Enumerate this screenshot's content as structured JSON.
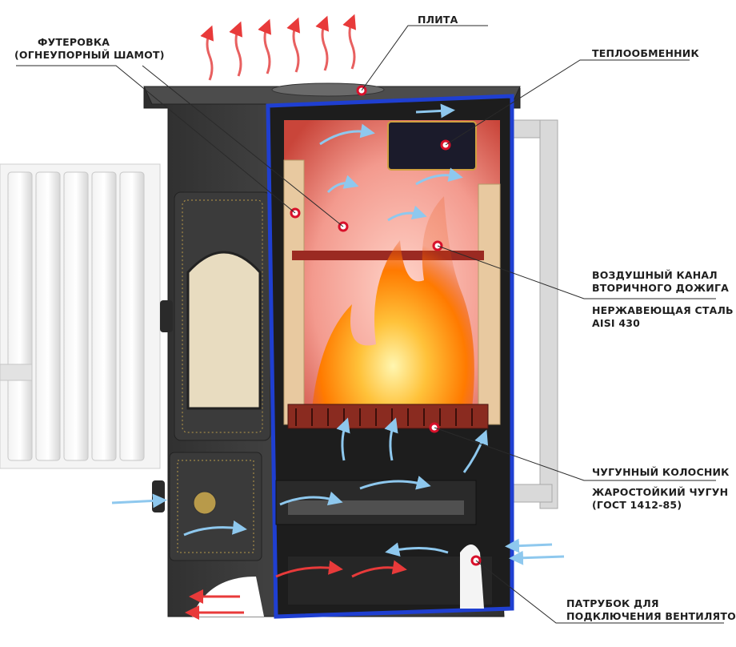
{
  "labels": {
    "plita": "ПЛИТА",
    "futerovka_1": "ФУТЕРОВКА",
    "futerovka_2": "(ОГНЕУПОРНЫЙ ШАМОТ)",
    "teploobmennik": "ТЕПЛООБМЕННИК",
    "vozd_kanal_1": "ВОЗДУШНЫЙ КАНАЛ",
    "vozd_kanal_2": "ВТОРИЧНОГО ДОЖИГА",
    "nerzh_1": "НЕРЖАВЕЮЩАЯ СТАЛЬ",
    "nerzh_2": "AISI 430",
    "kolosnik": "ЧУГУННЫЙ КОЛОСНИК",
    "chugun_1": "ЖАРОСТОЙКИЙ ЧУГУН",
    "chugun_2": "(ГОСТ 1412-85)",
    "patrubok_1": "ПАТРУБОК ДЛЯ",
    "patrubok_2": "ПОДКЛЮЧЕНИЯ ВЕНТИЛЯТОРА"
  },
  "colors": {
    "stove_body": "#3a3a3a",
    "blue_frame": "#1f3fd1",
    "lining": "#e8c9a0",
    "fire": "#ff8a00",
    "hot_air": "#e83a3a",
    "cold_air": "#8ec8ee",
    "marker": "#d8102a"
  }
}
